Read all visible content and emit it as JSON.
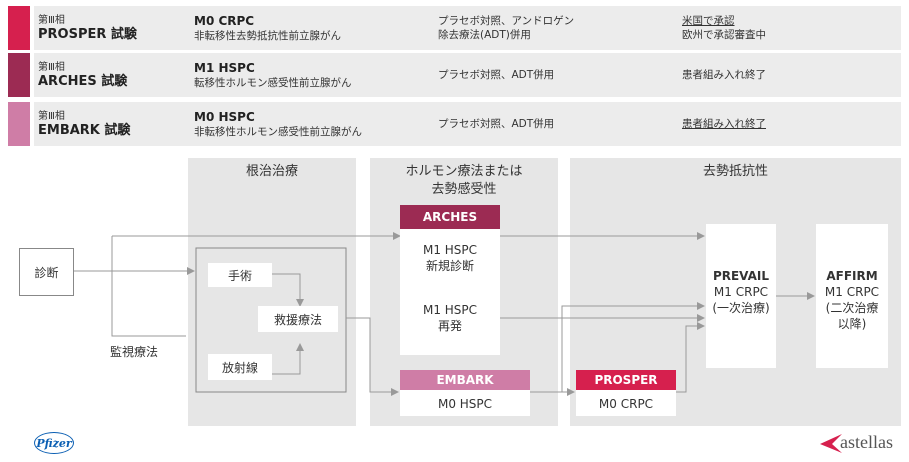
{
  "colors": {
    "prosper": "#d6204e",
    "arches": "#9c2b53",
    "embark": "#cf7da6",
    "panel": "#e6e6e6",
    "arrow": "#999999",
    "pfizer": "#0b5fb3",
    "astellas": "#d6204e"
  },
  "trials": [
    {
      "phase": "第Ⅲ相",
      "name": "PROSPER 試験",
      "indication_code": "M0 CRPC",
      "indication_desc": "非転移性去勢抵抗性前立腺がん",
      "design": [
        "プラセボ対照、アンドロゲン",
        "除去療法(ADT)併用"
      ],
      "status": [
        "米国で承認",
        "欧州で承認審査中"
      ]
    },
    {
      "phase": "第Ⅲ相",
      "name": "ARCHES 試験",
      "indication_code": "M1 HSPC",
      "indication_desc": "転移性ホルモン感受性前立腺がん",
      "design": [
        "プラセボ対照、ADT併用"
      ],
      "status": [
        "患者組み入れ終了"
      ]
    },
    {
      "phase": "第Ⅲ相",
      "name": "EMBARK 試験",
      "indication_code": "M0 HSPC",
      "indication_desc": "非転移性ホルモン感受性前立腺がん",
      "design": [
        "プラセボ対照、ADT併用"
      ],
      "status": [
        "患者組み入れ終了"
      ]
    }
  ],
  "diagram": {
    "columns": {
      "curative": "根治治療",
      "hormone": [
        "ホルモン療法または",
        "去勢感受性"
      ],
      "resistant": "去勢抵抗性"
    },
    "diagnosis": "診断",
    "surveillance": "監視療法",
    "surgery": "手術",
    "radiation": "放射線",
    "salvage": "救援療法",
    "arches": {
      "tag": "ARCHES",
      "line1": "M1 HSPC",
      "line2": "新規診断",
      "line3": "M1 HSPC",
      "line4": "再発"
    },
    "embark": {
      "tag": "EMBARK",
      "line1": "M0 HSPC"
    },
    "prosper": {
      "tag": "PROSPER",
      "line1": "M0 CRPC"
    },
    "prevail": {
      "title": "PREVAIL",
      "line1": "M1 CRPC",
      "line2": "(一次治療)"
    },
    "affirm": {
      "title": "AFFIRM",
      "line1": "M1 CRPC",
      "line2": "(二次治療",
      "line3": "以降)"
    }
  },
  "logos": {
    "pfizer": "Pfizer",
    "astellas": "astellas"
  }
}
